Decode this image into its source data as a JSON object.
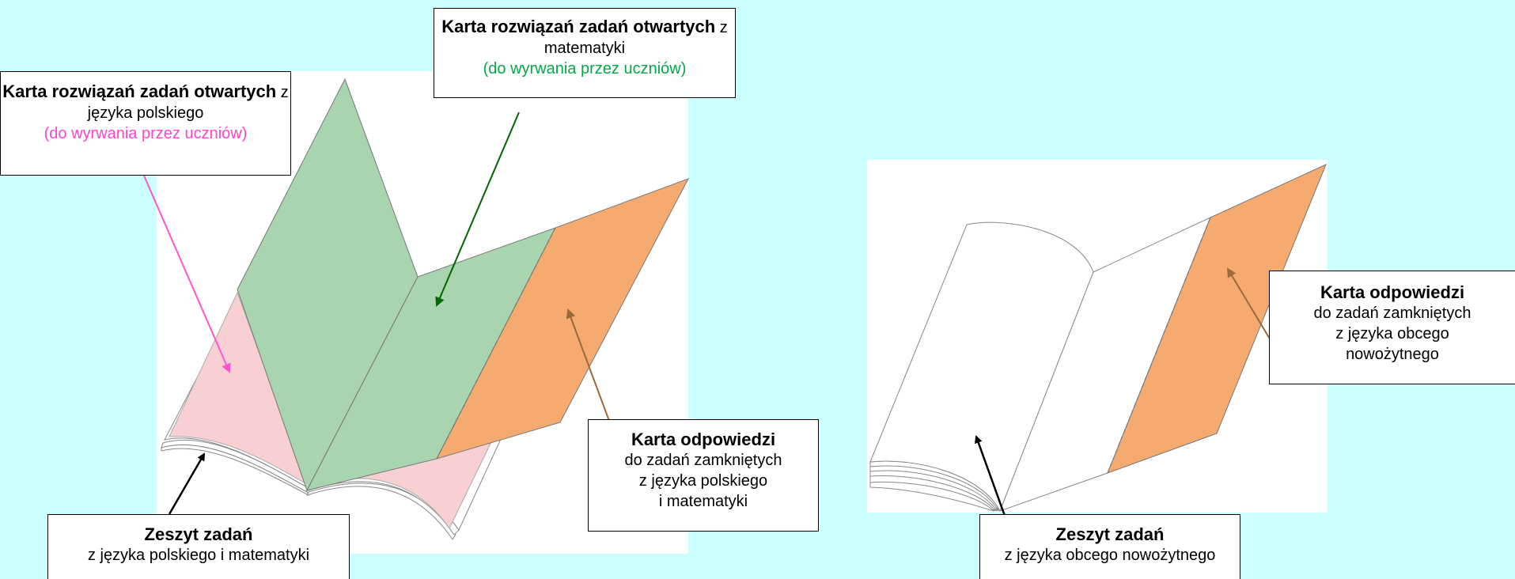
{
  "colors": {
    "background": "#ccffff",
    "open_math_sheet": "#a8d5b0",
    "open_polish_sheet_fill": "#f8d0d4",
    "answer_sheet": "#f5ab70",
    "arrow_pink": "#ff55cc",
    "arrow_green": "#006600",
    "arrow_brown": "#9a6a3a"
  },
  "labels": {
    "polish_open": {
      "bold": "Karta rozwiązań zadań otwartych",
      "rest": " z języka polskiego",
      "note": "(do wyrwania przez uczniów)"
    },
    "math_open": {
      "bold": "Karta rozwiązań zadań otwartych",
      "rest": " z matematyki",
      "note": "(do wyrwania przez uczniów)"
    },
    "answer_left": {
      "bold": "Karta odpowiedzi",
      "l1": "do zadań zamkniętych",
      "l2": "z języka polskiego",
      "l3": "i matematyki"
    },
    "booklet_left": {
      "bold": "Zeszyt zadań",
      "l1": "z języka polskiego i matematyki"
    },
    "answer_right": {
      "bold": "Karta odpowiedzi",
      "l1": "do zadań zamkniętych",
      "l2": "z języka obcego",
      "l3": "nowożytnego"
    },
    "booklet_right": {
      "bold": "Zeszyt zadań",
      "l1": "z języka obcego nowożytnego"
    }
  }
}
